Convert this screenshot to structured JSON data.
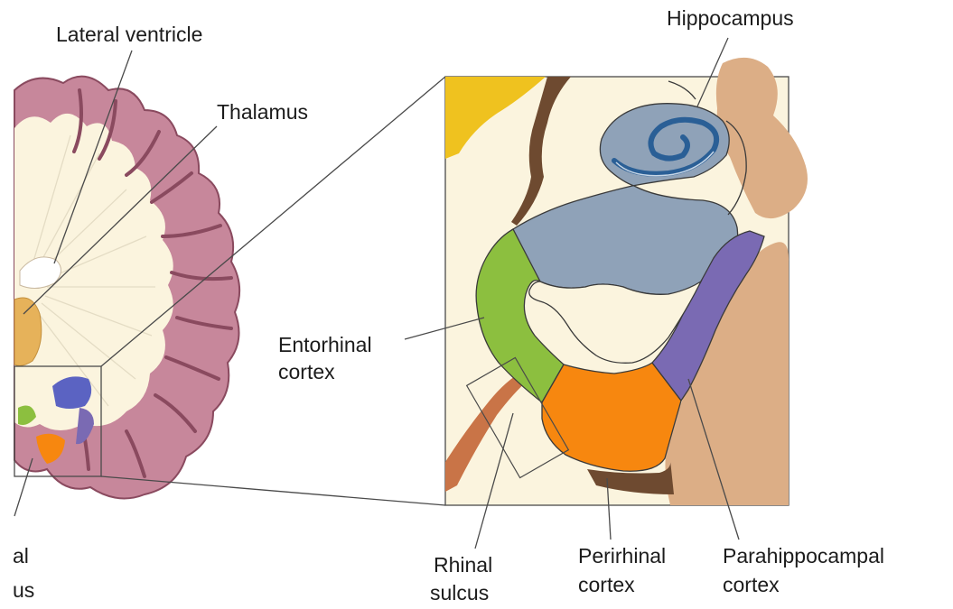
{
  "labels": {
    "lateral_ventricle": "Lateral ventricle",
    "thalamus": "Thalamus",
    "hippocampus": "Hippocampus",
    "entorhinal_line1": "Entorhinal",
    "entorhinal_line2": "cortex",
    "rhinal_line1": "Rhinal",
    "rhinal_line2": "sulcus",
    "perirhinal_line1": "Perirhinal",
    "perirhinal_line2": "cortex",
    "parahippocampal_line1": "Parahippocampal",
    "parahippocampal_line2": "cortex",
    "cut_label_line1": "al",
    "cut_label_line2": "us"
  },
  "colors": {
    "gray_matter": "#c7879b",
    "white_matter": "#fbf4de",
    "hippocampus": "#8fa2b8",
    "hippocampus_spiral": "#2a5f96",
    "entorhinal": "#8cbf3f",
    "perirhinal": "#f7870f",
    "parahippocampal": "#7a6ab3",
    "tan_tissue": "#dcae86",
    "rhinal_sulcus": "#c97447",
    "dark_brown": "#6e4a30",
    "yellow": "#efc21f",
    "thalamus": "#e6b25a"
  }
}
